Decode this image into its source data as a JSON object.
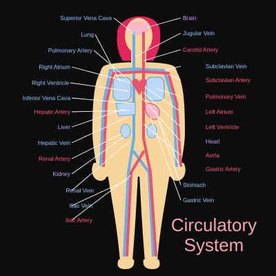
{
  "title": {
    "line1": "Circulatory",
    "line2": "System"
  },
  "colors": {
    "background": "#0d0d0d",
    "skin": "#f6d49a",
    "vein": "#6aaee8",
    "artery": "#e8546c",
    "hair": "#e0265a",
    "leader": "#ffffff"
  },
  "labels_left": [
    {
      "text": "Superior Vena Cava",
      "color": "blue"
    },
    {
      "text": "Lung",
      "color": "blue"
    },
    {
      "text": "Pulmonary Artery",
      "color": "blue"
    },
    {
      "text": "Right Atrium",
      "color": "blue"
    },
    {
      "text": "Right Ventricle",
      "color": "blue"
    },
    {
      "text": "Inferior Vena Cava",
      "color": "blue"
    },
    {
      "text": "Hepatic Artery",
      "color": "red"
    },
    {
      "text": "Liver",
      "color": "purple"
    },
    {
      "text": "Hepatic Vein",
      "color": "blue"
    },
    {
      "text": "Renal Artery",
      "color": "red"
    },
    {
      "text": "Kidney",
      "color": "purple"
    },
    {
      "text": "Renal Vein",
      "color": "blue"
    },
    {
      "text": "Iliac Vein",
      "color": "blue"
    },
    {
      "text": "Iliac Artery",
      "color": "red"
    }
  ],
  "labels_right": [
    {
      "text": "Brain",
      "color": "purple"
    },
    {
      "text": "Jugular Vein",
      "color": "blue"
    },
    {
      "text": "Carotid Artery",
      "color": "red"
    },
    {
      "text": "Subclavian Vein",
      "color": "blue"
    },
    {
      "text": "Subclavian Artery",
      "color": "red"
    },
    {
      "text": "Pulmonary Vein",
      "color": "red"
    },
    {
      "text": "Left Atrium",
      "color": "red"
    },
    {
      "text": "Left Ventricle",
      "color": "red"
    },
    {
      "text": "Heart",
      "color": "purple"
    },
    {
      "text": "Aorta",
      "color": "red"
    },
    {
      "text": "Gastric Artery",
      "color": "red"
    },
    {
      "text": "Stomach",
      "color": "blue"
    },
    {
      "text": "Gastric Vein",
      "color": "blue"
    }
  ]
}
